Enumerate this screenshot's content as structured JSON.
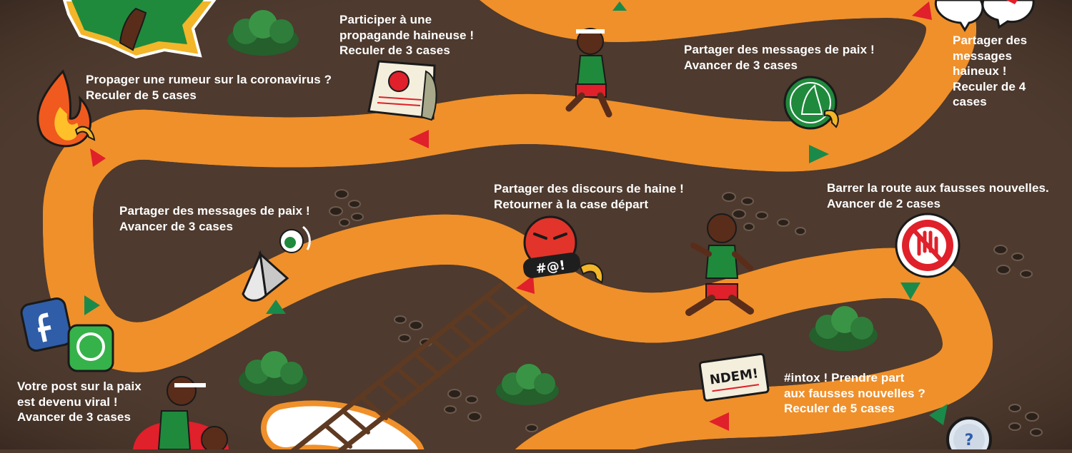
{
  "game": {
    "colors": {
      "background": "#4e3a2e",
      "path_fill": "#ffffff",
      "path_border": "#f0902a",
      "forward_arrow": "#1a8a4a",
      "back_arrow": "#e0202a",
      "bush": "#2f7d3a",
      "label_text": "#ffffff"
    },
    "squares": [
      {
        "text": "Participer à une\npropagande haineuse !\nReculer de 3 cases",
        "effect": "back",
        "steps": 3,
        "icon": "newspaper-angry-icon"
      },
      {
        "text": "Propager une rumeur sur la coronavirus ?\nReculer de 5 cases",
        "effect": "back",
        "steps": 5,
        "icon": "fire-icon"
      },
      {
        "text": "Partager des messages de paix !\nAvancer de 3 cases",
        "effect": "forward",
        "steps": 3,
        "icon": "peace-dove-icon"
      },
      {
        "text": "Partager des\nmessages\nhaineux !\nReculer de 4\ncases",
        "effect": "back",
        "steps": 4,
        "icon": "angry-speech-bubble-icon"
      },
      {
        "text": "Partager des discours de haine !\nRetourner à la case départ",
        "effect": "start",
        "steps": 0,
        "icon": "angry-face-icon"
      },
      {
        "text": "Barrer la route aux fausses nouvelles.\nAvancer de 2 cases",
        "effect": "forward",
        "steps": 2,
        "icon": "stop-hand-icon"
      },
      {
        "text": "Partager des messages de paix !\nAvancer de 3 cases",
        "effect": "forward",
        "steps": 3,
        "icon": "megaphone-icon"
      },
      {
        "text": "Votre post sur  la paix\nest devenu viral !\nAvancer de 3 cases",
        "effect": "forward",
        "steps": 3,
        "icon": "social-apps-icon"
      },
      {
        "text": "#intox ! Prendre part\naux fausses nouvelles ?\nReculer de 5 cases",
        "effect": "back",
        "steps": 5,
        "icon": "fake-news-sign-icon"
      }
    ],
    "icon_texts": {
      "angry_face_badge": "#@!",
      "fake_news_sign": "NDEM!",
      "question_mark": "?"
    }
  }
}
